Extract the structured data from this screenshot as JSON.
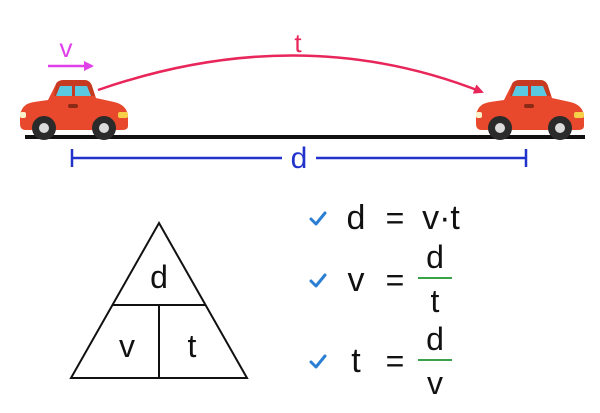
{
  "labels": {
    "speed": "v",
    "time": "t",
    "distance": "d"
  },
  "triangle": {
    "top": "d",
    "bottom_left": "v",
    "bottom_right": "t"
  },
  "formulas": [
    {
      "text": "d = v·t",
      "lhs": "d",
      "equals": "=",
      "rhs": "v·t"
    },
    {
      "lhs": "v",
      "equals": "=",
      "numerator": "d",
      "denominator": "t"
    },
    {
      "lhs": "t",
      "equals": "=",
      "numerator": "d",
      "denominator": "v"
    }
  ],
  "colors": {
    "speed_arrow": "#e040e8",
    "time_arc": "#e8265a",
    "distance_bracket": "#2233cc",
    "ground": "#111111",
    "check": "#2a7fd4",
    "fraction_bar": "#3aa34a",
    "car_body": "#e8482c",
    "car_window": "#5ac8e0",
    "text": "#111111"
  },
  "icons": {
    "left_car": "car-icon",
    "right_car": "car-icon",
    "check": "check-icon"
  }
}
